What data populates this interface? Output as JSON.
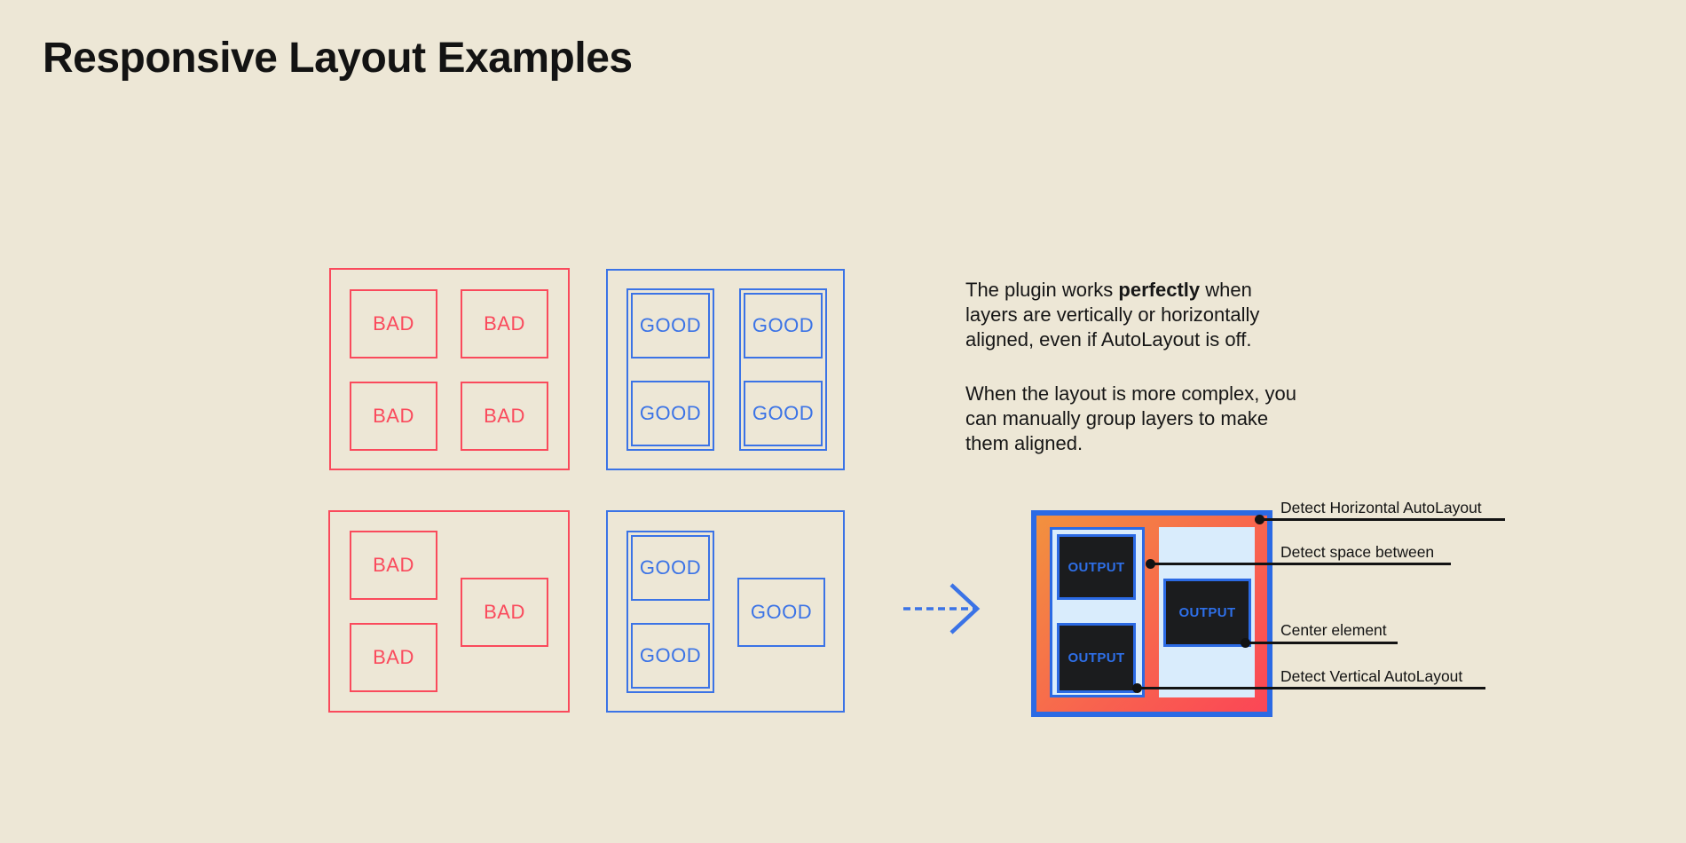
{
  "title": "Responsive Layout Examples",
  "labels": {
    "bad": "BAD",
    "good": "GOOD",
    "output": "OUTPUT"
  },
  "description": {
    "para1": {
      "line1_before": "The plugin works ",
      "line1_bold": "perfectly",
      "line1_after": " when",
      "line2": "layers are vertically or horizontally",
      "line3": "aligned, even if AutoLayout is off."
    },
    "para2": {
      "line1": "When the layout is more complex, you",
      "line2": "can manually group layers to make",
      "line3": "them aligned."
    }
  },
  "annotations": [
    {
      "label": "Detect Horizontal AutoLayout"
    },
    {
      "label": "Detect space between"
    },
    {
      "label": "Center element"
    },
    {
      "label": "Detect Vertical AutoLayout"
    }
  ],
  "icons": {
    "arrow": "dashed-arrow-right-icon"
  },
  "colors": {
    "background": "#EDE7D6",
    "bad_red": "#FA4A5C",
    "good_blue": "#3B73E6",
    "frame_blue": "#2B6AE4",
    "gradient_start": "#F2913E",
    "gradient_end": "#FB4656",
    "panel_light_blue": "#D9ECFC",
    "output_dark": "#1B1C1E",
    "output_text_blue": "#2E6FE8",
    "annotation_black": "#131313"
  }
}
